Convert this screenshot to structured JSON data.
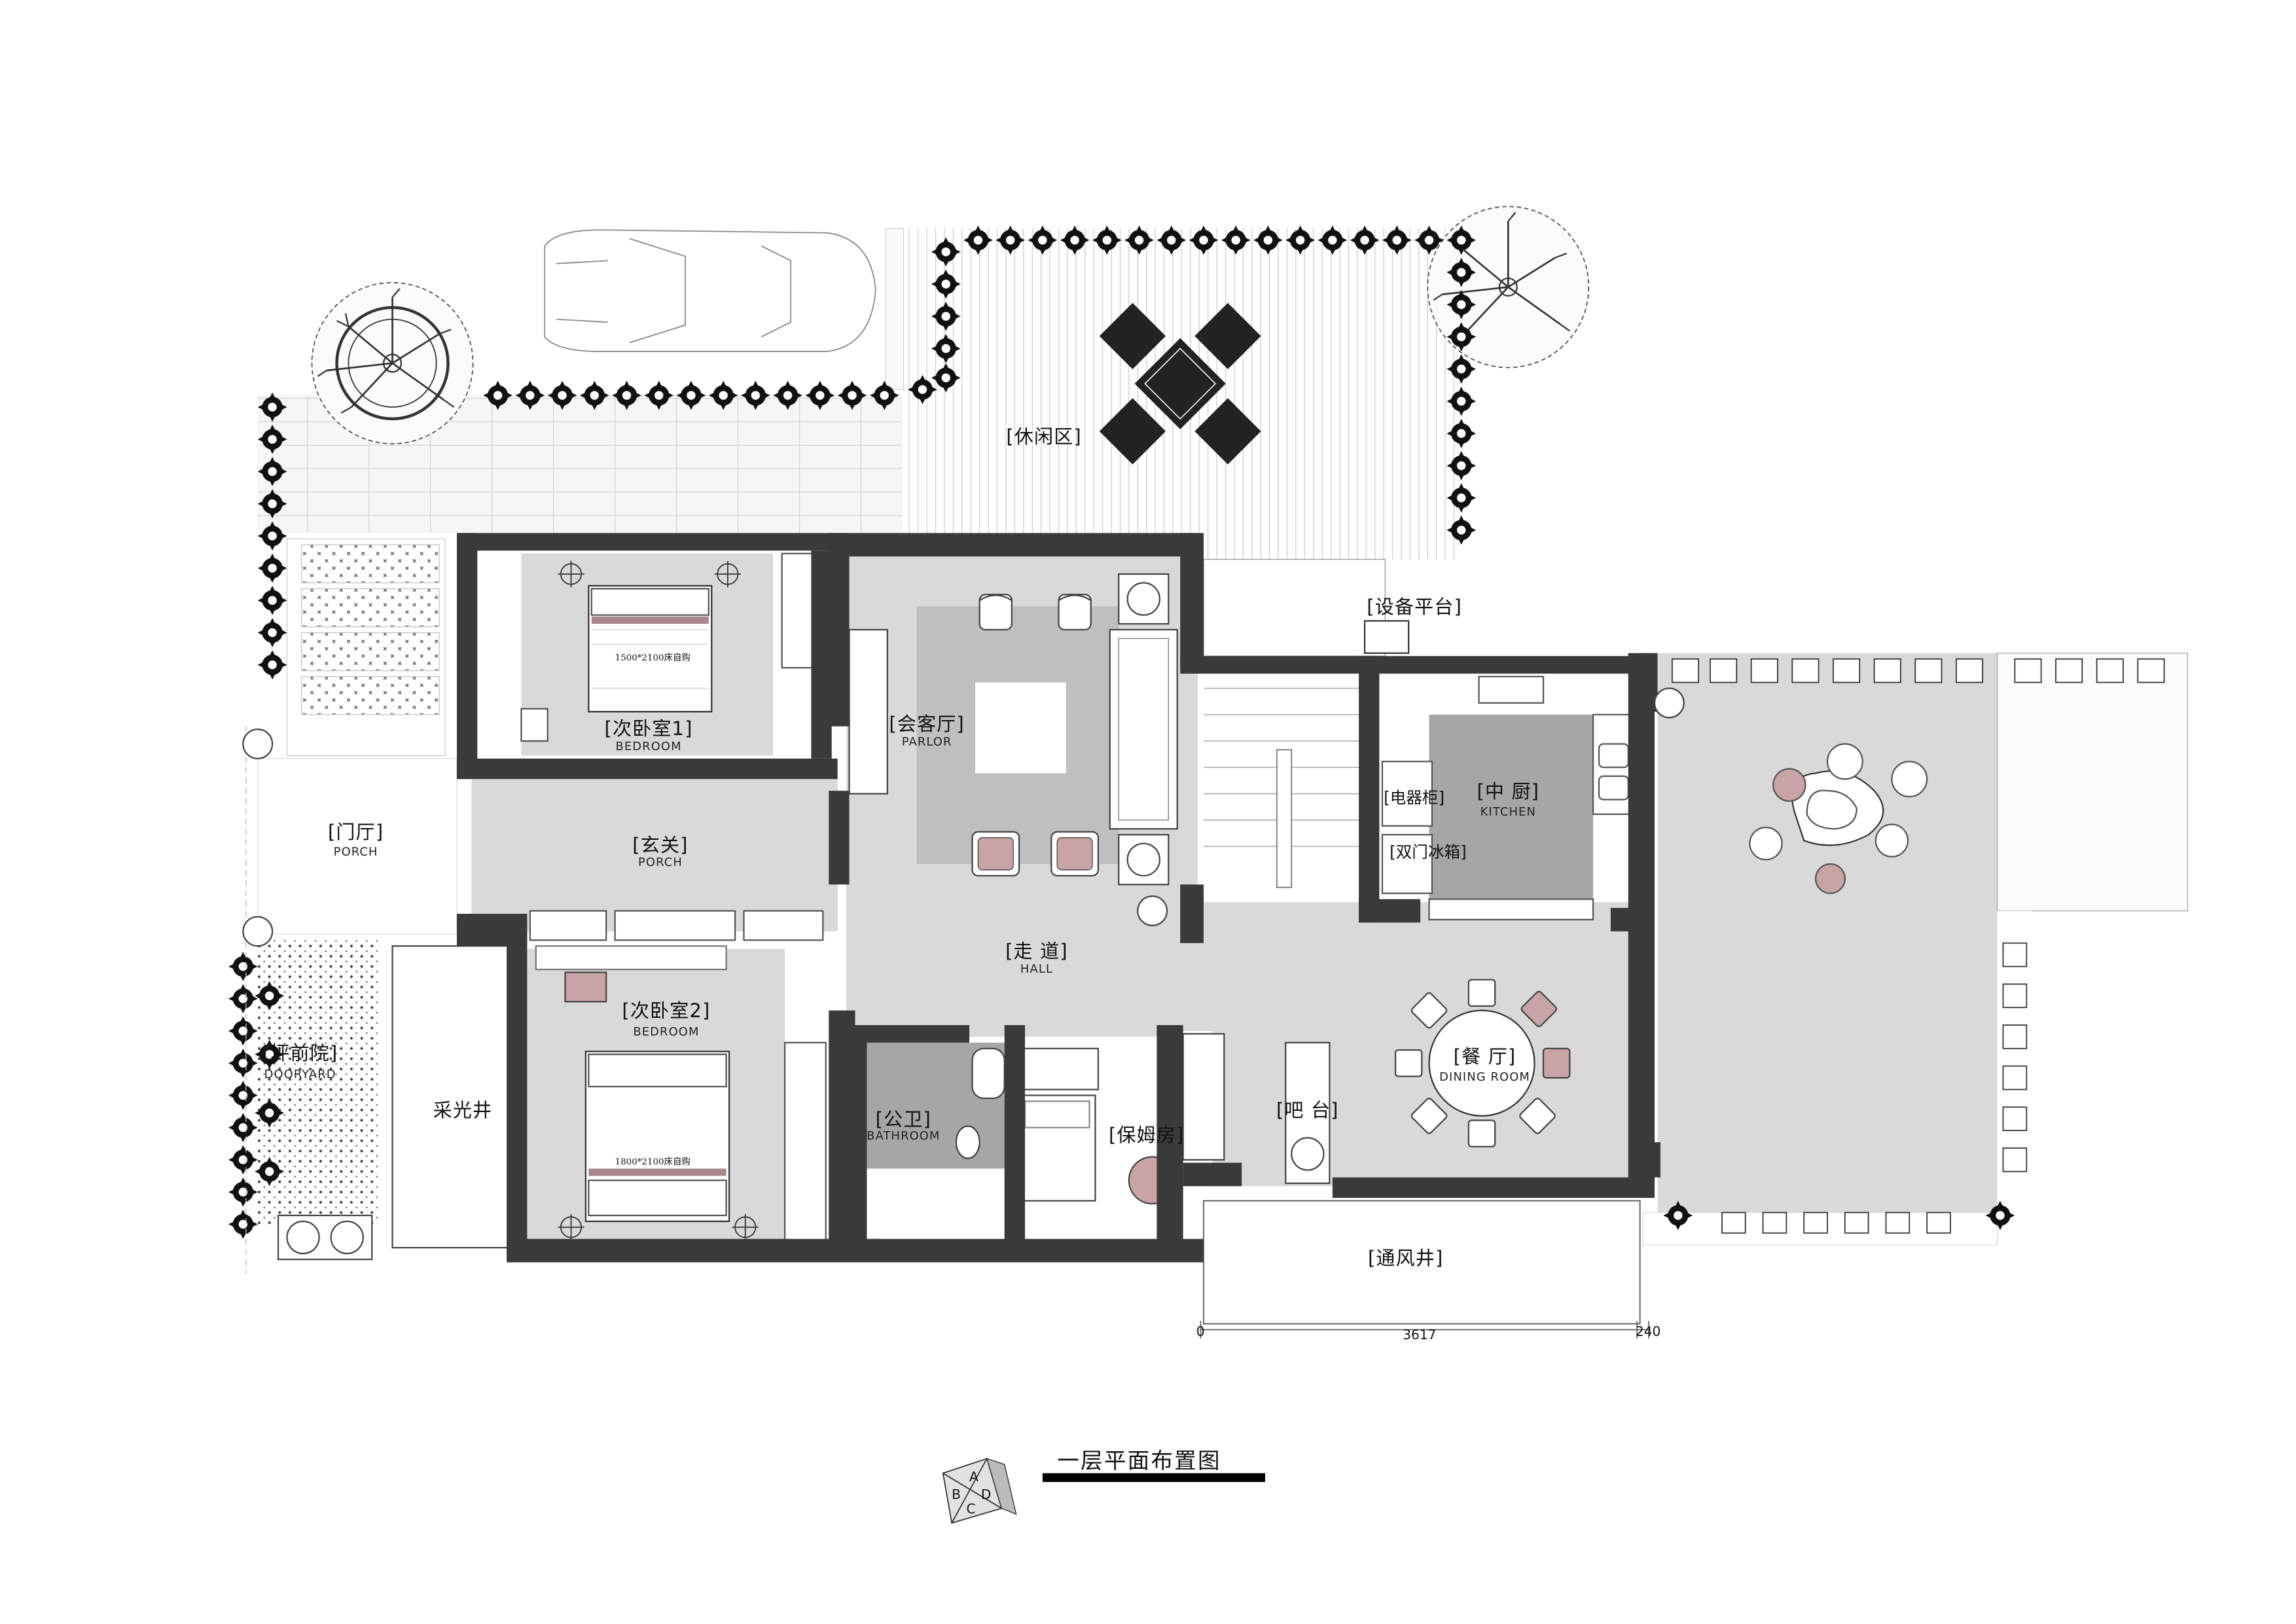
{
  "title": "一层平面布置图",
  "badge_letters": [
    "A",
    "B",
    "C",
    "D"
  ],
  "rooms": {
    "leisure": "[休闲区]",
    "equipment": "[设备平台]",
    "bedroom1_cn": "[次卧室1]",
    "bedroom1_en": "BEDROOM",
    "bed1_size": "1500*2100床自购",
    "parlor_cn": "[会客厅]",
    "parlor_en": "PARLOR",
    "kitchen_cn": "[中 厨]",
    "kitchen_en": "KITCHEN",
    "appliance_cab": "[电器柜]",
    "fridge": "[双门冰箱]",
    "foyer_cn": "[门厅]",
    "foyer_en": "PORCH",
    "entry_cn": "[玄关]",
    "entry_en": "PORCH",
    "hall_cn": "[走 道]",
    "hall_en": "HALL",
    "bedroom2_cn": "[次卧室2]",
    "bedroom2_en": "BEDROOM",
    "bed2_size": "1800*2100床自购",
    "front_yard_cn": "[坪前院]",
    "front_yard_en": "DOORYARD",
    "lightwell": "采光井",
    "public_bath_cn": "[公卫]",
    "public_bath_en": "BATHROOM",
    "nanny": "[保姆房]",
    "bar": "[吧 台]",
    "dining_cn": "[餐 厅]",
    "dining_en": "DINING ROOM",
    "vent_shaft": "[通风井]"
  },
  "dimensions": {
    "start": "0",
    "middle": "3617",
    "end": "240"
  }
}
